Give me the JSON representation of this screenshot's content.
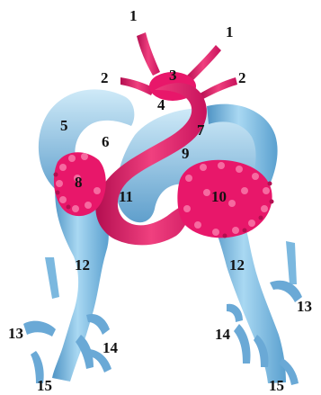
{
  "colors": {
    "vein_blue": "#8cc6e8",
    "vein_blue_dark": "#4e93c4",
    "vein_blue_light": "#d2ecf8",
    "artery_pink": "#e8176a",
    "artery_pink_dark": "#b30e50",
    "artery_pink_light": "#f66aa0",
    "label_color": "#111111"
  },
  "labels": {
    "l1_left": "1",
    "l1_right": "1",
    "l2_left": "2",
    "l2_right": "2",
    "l3": "3",
    "l4": "4",
    "l5": "5",
    "l6": "6",
    "l7": "7",
    "l8": "8",
    "l9": "9",
    "l10": "10",
    "l11": "11",
    "l12_left": "12",
    "l12_right": "12",
    "l13_left": "13",
    "l13_right": "13",
    "l14_left": "14",
    "l14_right": "14",
    "l15_left": "15",
    "l15_right": "15"
  }
}
